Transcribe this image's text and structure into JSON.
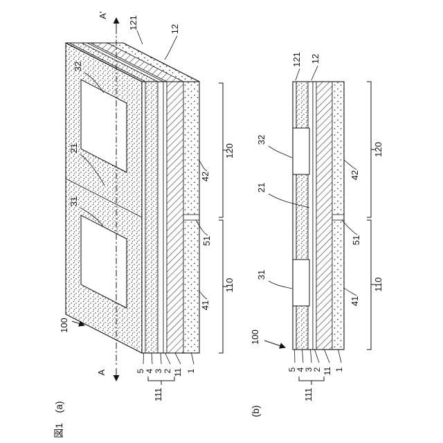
{
  "figure": {
    "doc_label": "図1",
    "sub_a": "(a)",
    "sub_b": "(b)",
    "section_start": "A",
    "section_end": "A'"
  },
  "refs": {
    "r100": "100",
    "r121": "121",
    "r12": "12",
    "r32": "32",
    "r21": "21",
    "r31": "31",
    "r120": "120",
    "r42": "42",
    "r51": "51",
    "r110": "110",
    "r41": "41",
    "r111": "111"
  },
  "layer_numbers": [
    "5",
    "4",
    "3",
    "2",
    "11",
    "1"
  ]
}
